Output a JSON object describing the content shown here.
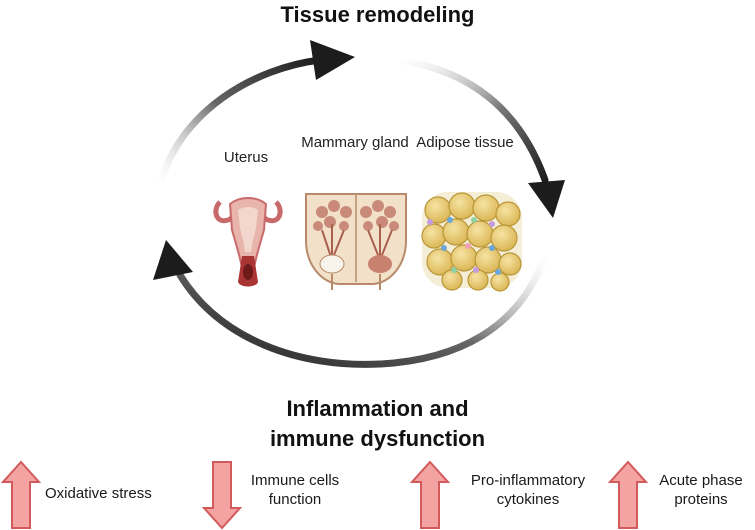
{
  "titles": {
    "top": "Tissue remodeling",
    "bottom": "Inflammation and immune dysfunction"
  },
  "organs": [
    {
      "name": "Uterus"
    },
    {
      "name": "Mammary gland"
    },
    {
      "name": "Adipose tissue"
    }
  ],
  "indicators": [
    {
      "label": "Oxidative stress",
      "direction": "up"
    },
    {
      "label": "Immune cells function",
      "direction": "down"
    },
    {
      "label": "Pro-inflammatory cytokines",
      "direction": "up"
    },
    {
      "label": "Acute phase proteins",
      "direction": "up"
    }
  ],
  "colors": {
    "cycle_arrow": "#1c1c1c",
    "indicator_fill": "#f4a3a3",
    "indicator_stroke": "#d25a5a",
    "uterus": "#c96a6a",
    "mammary": "#e7c6a3",
    "adipose": "#e6c870"
  }
}
